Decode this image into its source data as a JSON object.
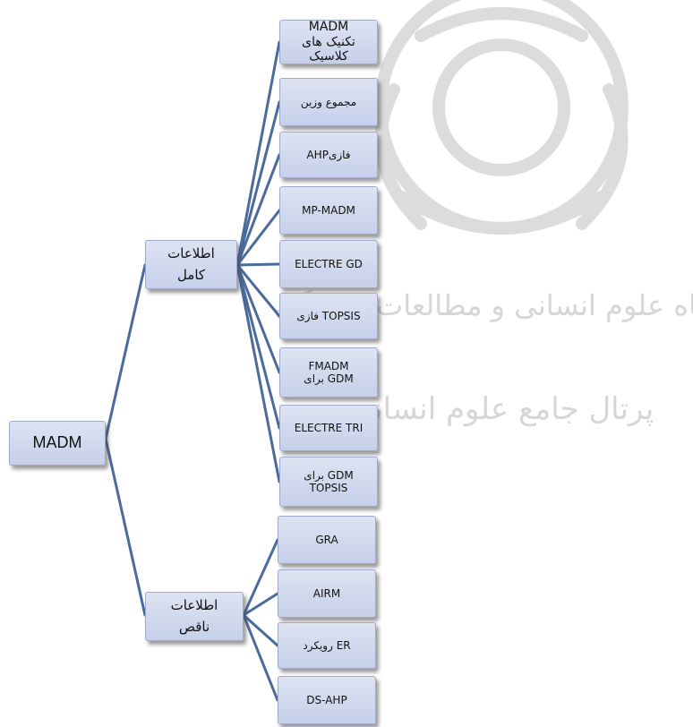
{
  "root": {
    "label": "MADM"
  },
  "branches": [
    {
      "lines": [
        "اطلاعات",
        "کامل"
      ],
      "leaves": [
        {
          "lines": [
            "MADM",
            "تکنیک های",
            "کلاسیک"
          ]
        },
        {
          "lines": [
            "مجموع وزین"
          ]
        },
        {
          "lines": [
            "AHPفازی"
          ]
        },
        {
          "lines": [
            "MP-MADM"
          ]
        },
        {
          "lines": [
            "ELECTRE GD"
          ]
        },
        {
          "lines": [
            "فازی TOPSIS"
          ]
        },
        {
          "lines": [
            "FMADM",
            "برای GDM"
          ]
        },
        {
          "lines": [
            "ELECTRE TRI"
          ]
        },
        {
          "lines": [
            "برای GDM",
            "TOPSIS"
          ]
        }
      ]
    },
    {
      "lines": [
        "اطلاعات",
        "ناقص"
      ],
      "leaves": [
        {
          "lines": [
            "GRA"
          ]
        },
        {
          "lines": [
            "AIRM"
          ]
        },
        {
          "lines": [
            "رویکرد ER"
          ]
        },
        {
          "lines": [
            "DS-AHP"
          ]
        }
      ]
    }
  ],
  "watermark": {
    "line1": "پژوهشگاه علوم انسانی و مطالعات فرهنگی",
    "line2": "پرتال جامع علوم انسانی"
  },
  "colors": {
    "node_fill_top": "#dde3f2",
    "node_fill_bottom": "#c6d0ea",
    "connector": "#4a6b9c",
    "watermark": "#d9d9d9"
  }
}
